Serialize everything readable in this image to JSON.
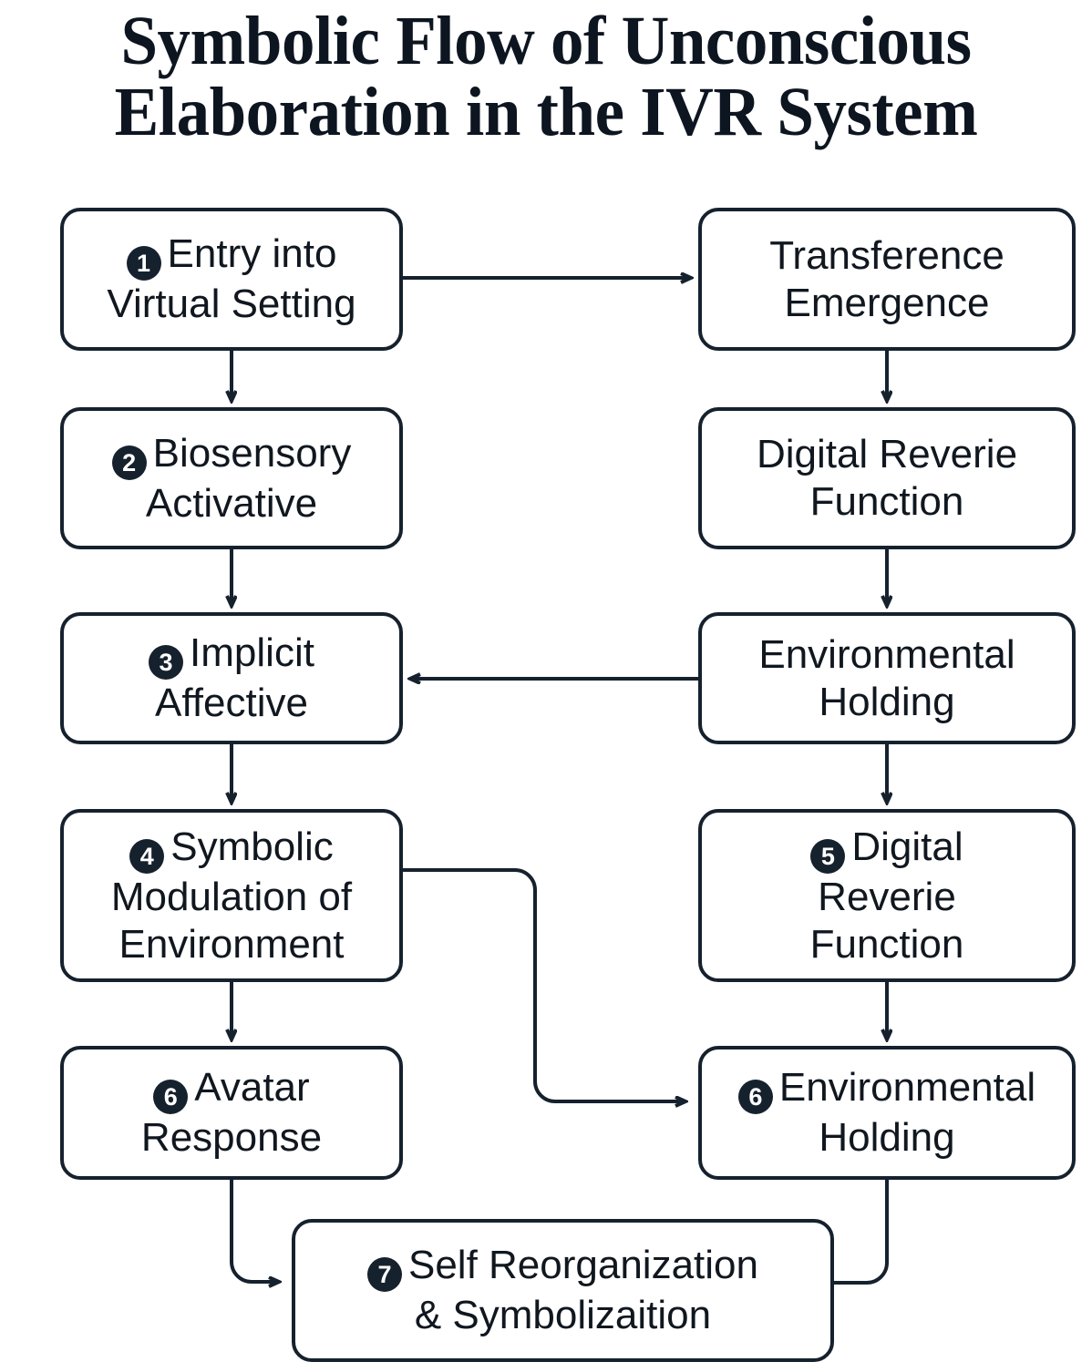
{
  "title": {
    "line1": "Symbolic Flow of Unconscious",
    "line2": "Elaboration in the IVR System"
  },
  "colors": {
    "stroke": "#16212e",
    "badge_fill": "#16212e",
    "badge_text": "#ffffff",
    "background": "#ffffff",
    "text": "#10171f"
  },
  "nodes": [
    {
      "id": "entry-into-virtual-setting",
      "badge": "1",
      "line1": "Entry into",
      "line2": "Virtual Setting",
      "column": "left",
      "row": 1
    },
    {
      "id": "transference-emergence",
      "badge": "",
      "line1": "Transference",
      "line2": "Emergence",
      "column": "right",
      "row": 1
    },
    {
      "id": "biosensory-activative",
      "badge": "2",
      "line1": "Biosensory",
      "line2": "Activative",
      "column": "left",
      "row": 2
    },
    {
      "id": "digital-reverie-function-right",
      "badge": "",
      "line1": "Digital Reverie",
      "line2": "Function",
      "column": "right",
      "row": 2
    },
    {
      "id": "implicit-affective",
      "badge": "3",
      "line1": "Implicit",
      "line2": "Affective",
      "column": "left",
      "row": 3
    },
    {
      "id": "environmental-holding-right",
      "badge": "",
      "line1": "Environmental",
      "line2": "Holding",
      "column": "right",
      "row": 3
    },
    {
      "id": "symbolic-modulation-of-environment",
      "badge": "4",
      "line1": "Symbolic",
      "line2": "Modulation of",
      "line3": "Environment",
      "column": "left",
      "row": 4
    },
    {
      "id": "digital-reverie-function-5",
      "badge": "5",
      "line1": "Digital",
      "line2": "Reverie",
      "line3": "Function",
      "column": "right",
      "row": 4
    },
    {
      "id": "avatar-response",
      "badge": "6",
      "line1": "Avatar",
      "line2": "Response",
      "column": "left",
      "row": 5
    },
    {
      "id": "environmental-holding-6",
      "badge": "6",
      "line1": "Environmental",
      "line2": "Holding",
      "column": "right",
      "row": 5
    },
    {
      "id": "self-reorganization-symbolizaition",
      "badge": "7",
      "line1": "Self Reorganization",
      "line2": "& Symbolizaition",
      "column": "center",
      "row": 6
    }
  ],
  "connectors": [
    {
      "id": "entry-to-transference",
      "from": "entry-into-virtual-setting",
      "to": "transference-emergence",
      "direction": "right",
      "arrow": true
    },
    {
      "id": "entry-to-biosensory",
      "from": "entry-into-virtual-setting",
      "to": "biosensory-activative",
      "direction": "down",
      "arrow": true
    },
    {
      "id": "transference-to-digital-reverie",
      "from": "transference-emergence",
      "to": "digital-reverie-function-right",
      "direction": "down",
      "arrow": true
    },
    {
      "id": "biosensory-to-implicit",
      "from": "biosensory-activative",
      "to": "implicit-affective",
      "direction": "down",
      "arrow": true
    },
    {
      "id": "digital-reverie-to-environmental-holding",
      "from": "digital-reverie-function-right",
      "to": "environmental-holding-right",
      "direction": "down",
      "arrow": true
    },
    {
      "id": "environmental-holding-to-implicit",
      "from": "environmental-holding-right",
      "to": "implicit-affective",
      "direction": "left",
      "arrow": true
    },
    {
      "id": "implicit-to-symbolic-modulation",
      "from": "implicit-affective",
      "to": "symbolic-modulation-of-environment",
      "direction": "down",
      "arrow": true
    },
    {
      "id": "environmental-holding-to-digital-reverie-5",
      "from": "environmental-holding-right",
      "to": "digital-reverie-function-5",
      "direction": "down",
      "arrow": true
    },
    {
      "id": "symbolic-modulation-to-avatar",
      "from": "symbolic-modulation-of-environment",
      "to": "avatar-response",
      "direction": "down",
      "arrow": true
    },
    {
      "id": "symbolic-modulation-to-environmental-holding-6",
      "from": "symbolic-modulation-of-environment",
      "to": "environmental-holding-6",
      "direction": "elbow-right",
      "arrow": true
    },
    {
      "id": "digital-reverie-5-to-environmental-holding-6",
      "from": "digital-reverie-function-5",
      "to": "environmental-holding-6",
      "direction": "down",
      "arrow": true
    },
    {
      "id": "avatar-to-self-reorganization",
      "from": "avatar-response",
      "to": "self-reorganization-symbolizaition",
      "direction": "elbow-right",
      "arrow": true
    },
    {
      "id": "environmental-holding-6-to-self-reorganization",
      "from": "environmental-holding-6",
      "to": "self-reorganization-symbolizaition",
      "direction": "elbow-left",
      "arrow": false
    }
  ]
}
